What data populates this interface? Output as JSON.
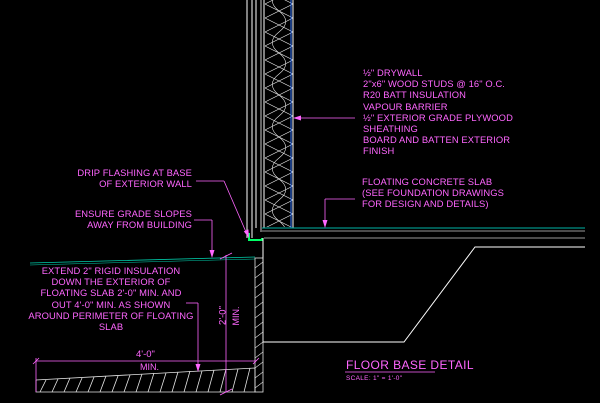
{
  "wall_layers": [
    "½\" DRYWALL",
    "2\"x6\" WOOD STUDS @ 16\" O.C.",
    "R20 BATT INSULATION",
    "VAPOUR BARRIER",
    "½\" EXTERIOR GRADE PLYWOOD",
    "SHEATHING",
    "BOARD AND BATTEN EXTERIOR",
    "FINISH"
  ],
  "slab_note": [
    "FLOATING CONCRETE SLAB",
    "(SEE FOUNDATION DRAWINGS",
    "FOR DESIGN AND DETAILS)"
  ],
  "drip_note": [
    "DRIP FLASHING AT BASE",
    "OF EXTERIOR WALL"
  ],
  "grade_note": [
    "ENSURE GRADE SLOPES",
    "AWAY FROM BUILDING"
  ],
  "insulation_note": [
    "EXTEND 2\" RIGID INSULATION",
    "DOWN THE EXTERIOR OF",
    "FLOATING SLAB 2'-0\" MIN. AND",
    "OUT 4'-0\" MIN. AS SHOWN",
    "AROUND PERIMETER OF FLOATING",
    "SLAB"
  ],
  "dim_vertical": {
    "value": "2'-0\"",
    "suffix": "MIN."
  },
  "dim_horizontal": {
    "value": "4'-0\"",
    "suffix": "MIN."
  },
  "title": "FLOOR BASE DETAIL",
  "scale": "SCALE: 1\" = 1'-0\"",
  "colors": {
    "background": "#000000",
    "annotation": "#ff66ff",
    "wall_line": "#ffffff",
    "flashing": "#00ff66",
    "slab_line": "#00b3a6",
    "vapour_barrier": "#3377ff",
    "hatch": "#e6e6e6"
  }
}
